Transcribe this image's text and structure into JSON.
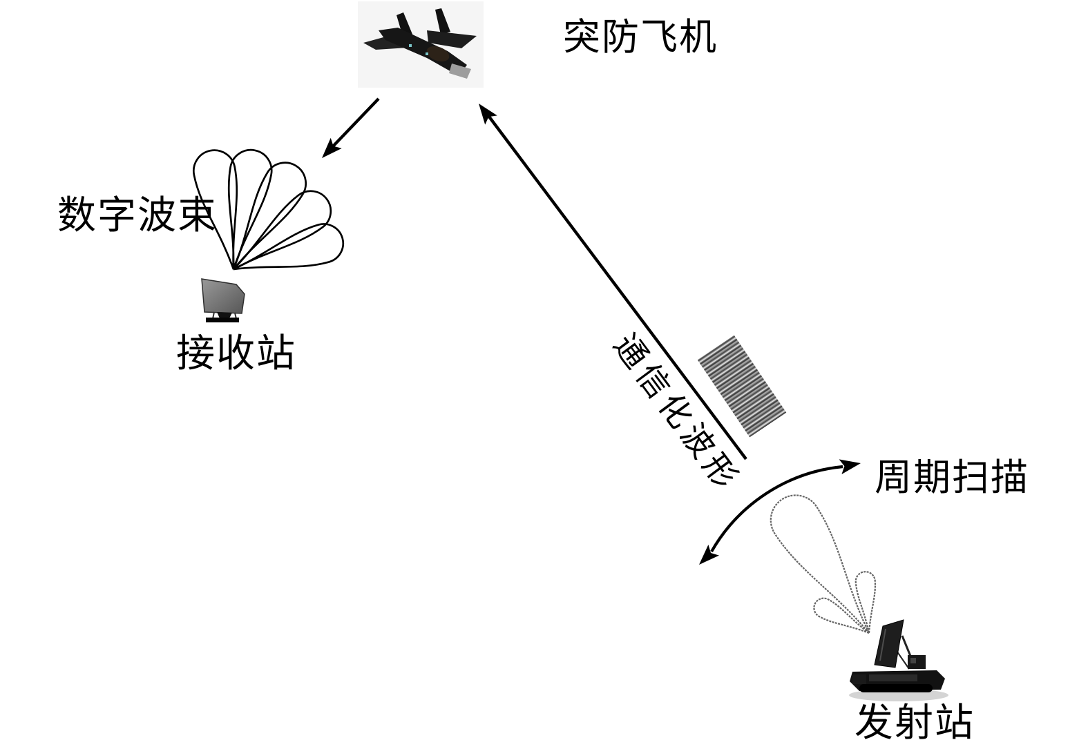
{
  "figure": {
    "background_color": "#ffffff",
    "ink_color": "#000000",
    "scan_lobe_color": "#666666"
  },
  "labels": {
    "aircraft": "突防飞机",
    "digital_beam": "数字波束",
    "receive_station": "接收站",
    "comm_waveform": "通信化波形",
    "periodic_scan": "周期扫描",
    "transmit_station": "发射站"
  }
}
